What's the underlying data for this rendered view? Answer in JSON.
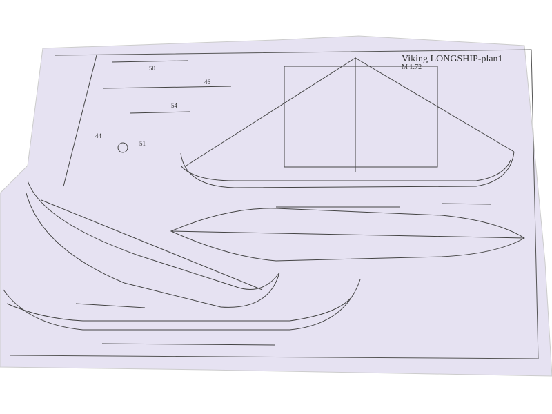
{
  "plan": {
    "title": "Viking LONGSHIP-plan1",
    "scale": "M 1:72",
    "part_labels": [
      "50",
      "46",
      "54",
      "44",
      "51"
    ]
  },
  "colors": {
    "paper": "#e4e0f0",
    "ink": "#3a3a4a",
    "background": "#ffffff"
  }
}
